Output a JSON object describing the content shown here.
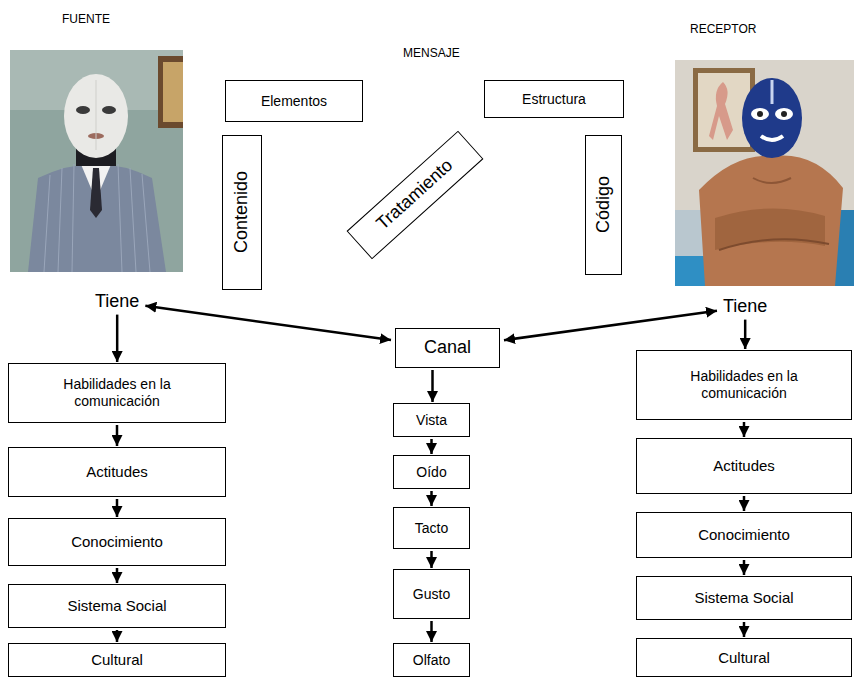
{
  "diagram": {
    "nodes": [
      {
        "text": [
          "Elementos"
        ]
      },
      {
        "text": [
          "Estructura"
        ]
      },
      {
        "text": [
          "Contenido"
        ]
      },
      {
        "text": [
          "Tratamiento"
        ]
      },
      {
        "text": [
          "Código"
        ]
      },
      {
        "text": [
          "Tiene"
        ]
      },
      {
        "text": [
          "Tiene"
        ]
      },
      {
        "text": [
          "Canal"
        ]
      },
      {
        "text": [
          "Habilidades en la comunicación"
        ]
      },
      {
        "text": [
          "Actitudes"
        ]
      },
      {
        "text": [
          "Conocimiento"
        ]
      },
      {
        "text": [
          "Sistema Social"
        ]
      },
      {
        "text": [
          "Cultural"
        ]
      },
      {
        "text": [
          "Vista"
        ]
      },
      {
        "text": [
          "Oído"
        ]
      },
      {
        "text": [
          "Tacto"
        ]
      },
      {
        "text": [
          "Gusto"
        ]
      },
      {
        "text": [
          "Olfato"
        ]
      },
      {
        "text": [
          "Habilidades en la comunicación"
        ]
      },
      {
        "text": [
          "Actitudes"
        ]
      },
      {
        "text": [
          "Conocimiento"
        ]
      },
      {
        "text": [
          "Sistema Social"
        ]
      },
      {
        "text": [
          "Cultural"
        ]
      }
    ],
    "edges": [
      {
        "from": 5,
        "to": 7,
        "arrow": "both"
      },
      {
        "from": 7,
        "to": 6,
        "arrow": "both"
      },
      {
        "from": 5,
        "to": 8,
        "arrow": "to"
      },
      {
        "from": 8,
        "to": 9,
        "arrow": "to"
      },
      {
        "from": 9,
        "to": 10,
        "arrow": "to"
      },
      {
        "from": 10,
        "to": 11,
        "arrow": "to"
      },
      {
        "from": 11,
        "to": 12,
        "arrow": "to"
      },
      {
        "from": 7,
        "to": 13,
        "arrow": "to"
      },
      {
        "from": 13,
        "to": 14,
        "arrow": "to"
      },
      {
        "from": 14,
        "to": 15,
        "arrow": "to"
      },
      {
        "from": 15,
        "to": 16,
        "arrow": "to"
      },
      {
        "from": 16,
        "to": 17,
        "arrow": "to"
      },
      {
        "from": 6,
        "to": 18,
        "arrow": "to"
      },
      {
        "from": 18,
        "to": 19,
        "arrow": "to"
      },
      {
        "from": 19,
        "to": 20,
        "arrow": "to"
      },
      {
        "from": 20,
        "to": 21,
        "arrow": "to"
      },
      {
        "from": 21,
        "to": 22,
        "arrow": "to"
      }
    ],
    "labels": [
      "FUENTE",
      "MENSAJE",
      "RECEPTOR"
    ]
  }
}
